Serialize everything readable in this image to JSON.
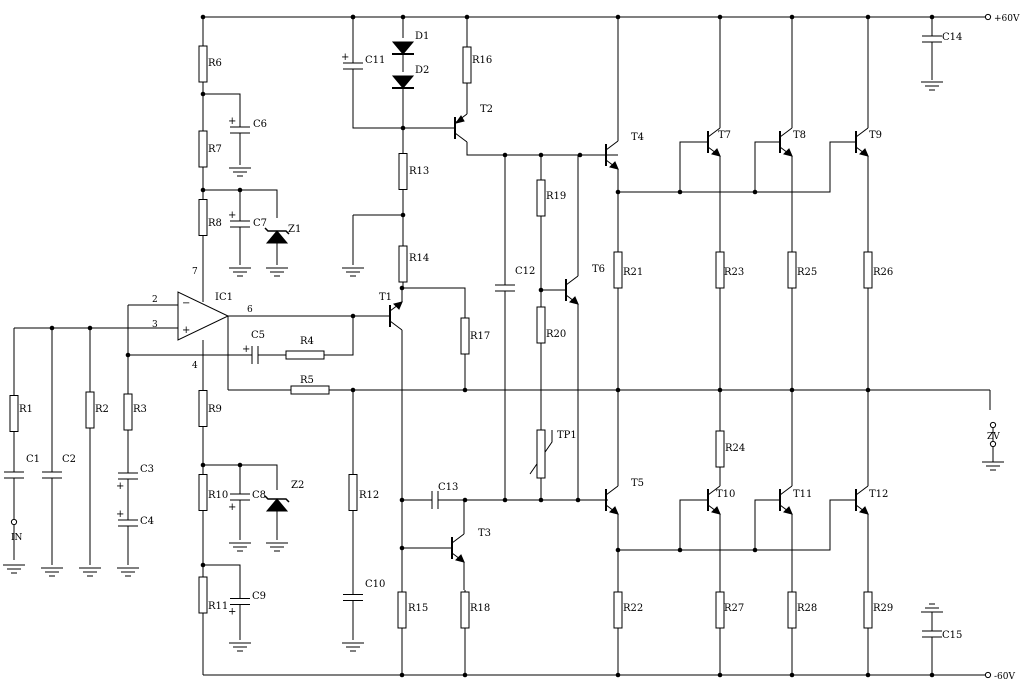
{
  "rails": {
    "pos": "+60V",
    "neg": "-60V",
    "zero": "ZV"
  },
  "input": {
    "label": "IN"
  },
  "ic": {
    "label": "IC1",
    "pin_inv": "2",
    "pin_noninv": "3",
    "pin_out": "6",
    "pin_vcc": "7",
    "pin_vee": "4",
    "minus": "−",
    "plus": "+"
  },
  "labels": {
    "R1": "R1",
    "R2": "R2",
    "R3": "R3",
    "R4": "R4",
    "R5": "R5",
    "R6": "R6",
    "R7": "R7",
    "R8": "R8",
    "R9": "R9",
    "R10": "R10",
    "R11": "R11",
    "R12": "R12",
    "R13": "R13",
    "R14": "R14",
    "R15": "R15",
    "R16": "R16",
    "R17": "R17",
    "R18": "R18",
    "R19": "R19",
    "R20": "R20",
    "R21": "R21",
    "R22": "R22",
    "R23": "R23",
    "R24": "R24",
    "R25": "R25",
    "R26": "R26",
    "R27": "R27",
    "R28": "R28",
    "R29": "R29",
    "C1": "C1",
    "C2": "C2",
    "C3": "C3",
    "C4": "C4",
    "C5": "C5",
    "C6": "C6",
    "C7": "C7",
    "C8": "C8",
    "C9": "C9",
    "C10": "C10",
    "C11": "C11",
    "C12": "C12",
    "C13": "C13",
    "C14": "C14",
    "C15": "C15",
    "D1": "D1",
    "D2": "D2",
    "Z1": "Z1",
    "Z2": "Z2",
    "TP1": "TP1",
    "T1": "T1",
    "T2": "T2",
    "T3": "T3",
    "T4": "T4",
    "T5": "T5",
    "T6": "T6",
    "T7": "T7",
    "T8": "T8",
    "T9": "T9",
    "T10": "T10",
    "T11": "T11",
    "T12": "T12"
  },
  "polarity_mark": "+"
}
